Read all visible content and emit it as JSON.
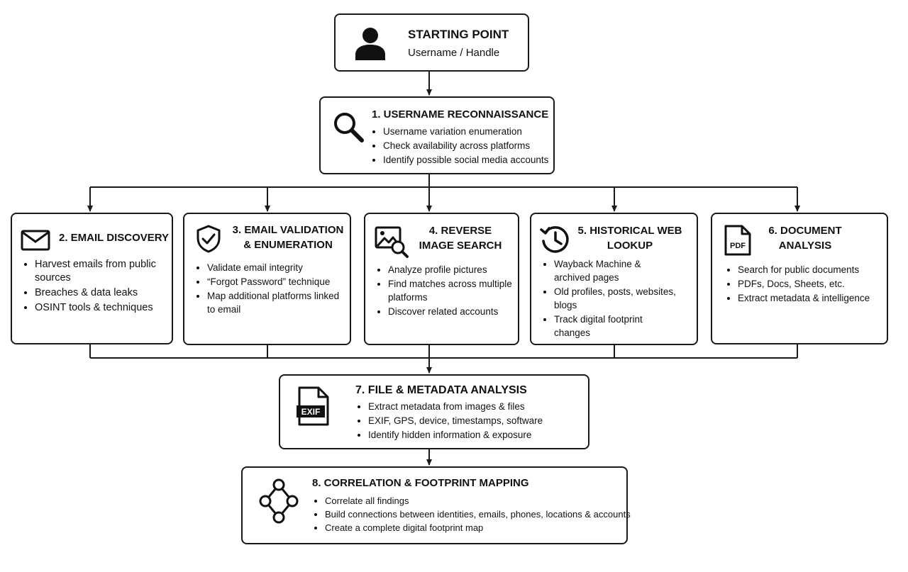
{
  "start": {
    "title": "STARTING POINT",
    "subtitle": "Username / Handle",
    "icon": "user-icon"
  },
  "steps": [
    {
      "title": "1. USERNAME RECONNAISSANCE",
      "icon": "magnifier-icon",
      "items": [
        "Username variation enumeration",
        "Check availability across platforms",
        "Identify possible social media accounts"
      ]
    },
    {
      "title": "2. EMAIL DISCOVERY",
      "icon": "envelope-icon",
      "items": [
        "Harvest emails from public sources",
        "Breaches & data leaks",
        "OSINT tools & techniques"
      ]
    },
    {
      "title": "3. EMAIL VALIDATION & ENUMERATION",
      "icon": "shield-check-icon",
      "items": [
        "Validate email integrity",
        "“Forgot Password” technique",
        "Map additional platforms linked to email"
      ]
    },
    {
      "title": "4. REVERSE IMAGE SEARCH",
      "icon": "image-search-icon",
      "items": [
        "Analyze profile pictures",
        "Find matches across multiple platforms",
        "Discover related accounts"
      ]
    },
    {
      "title": "5. HISTORICAL WEB LOOKUP",
      "icon": "history-icon",
      "items": [
        "Wayback Machine & archived pages",
        "Old profiles, posts, websites, blogs",
        "Track digital footprint changes"
      ]
    },
    {
      "title": "6. DOCUMENT ANALYSIS",
      "icon": "pdf-document-icon",
      "icon_text": "PDF",
      "items": [
        "Search for public documents",
        "PDFs, Docs, Sheets, etc.",
        "Extract metadata & intelligence"
      ]
    },
    {
      "title": "7. FILE & METADATA ANALYSIS",
      "icon": "exif-file-icon",
      "icon_text": "EXIF",
      "items": [
        "Extract metadata from images & files",
        "EXIF, GPS, device, timestamps, software",
        "Identify hidden information & exposure"
      ]
    },
    {
      "title": "8. CORRELATION & FOOTPRINT MAPPING",
      "icon": "network-graph-icon",
      "items": [
        "Correlate all findings",
        "Build connections between identities, emails, phones, locations & accounts",
        "Create a complete digital footprint map"
      ]
    }
  ]
}
